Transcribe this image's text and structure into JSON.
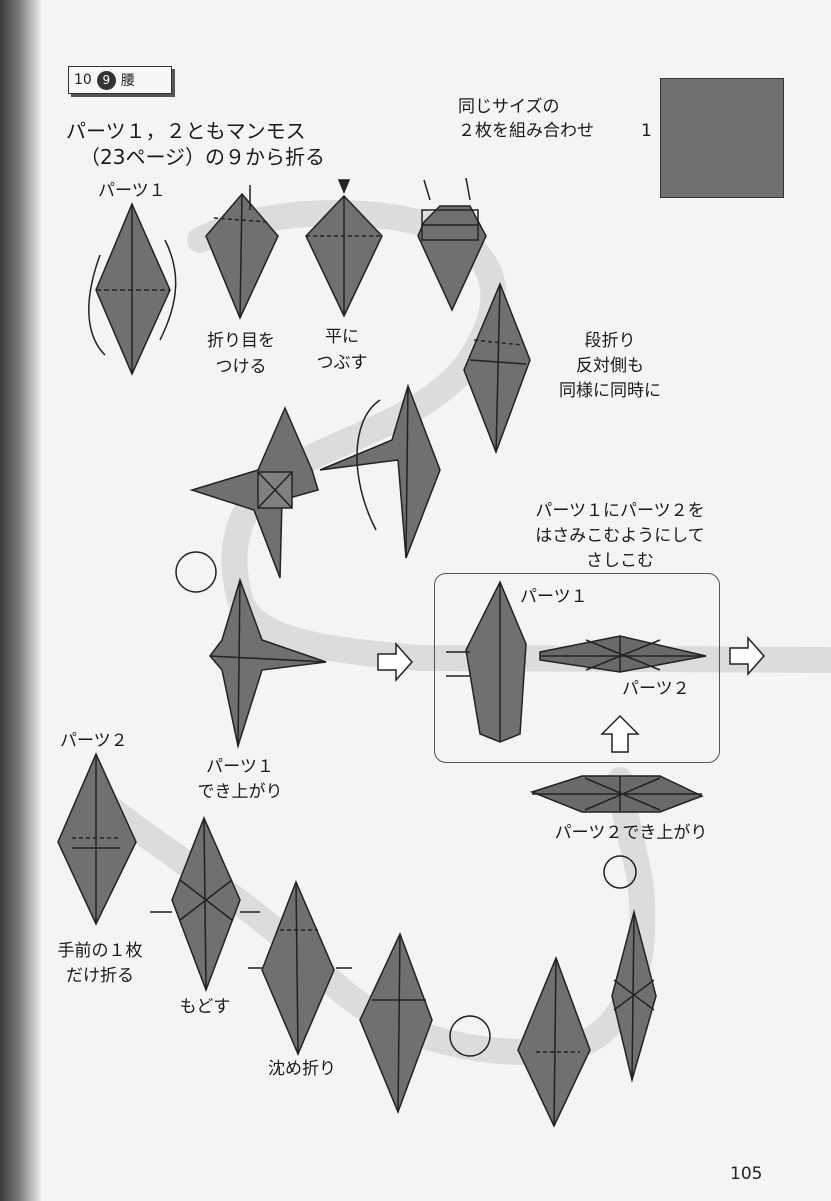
{
  "header": {
    "number": "10",
    "badge": "9",
    "title": "腰"
  },
  "intro": {
    "line1": "パーツ１，２ともマンモス",
    "line2": "（23ページ）の９から折る"
  },
  "paper_note": {
    "line1": "同じサイズの",
    "line2": "２枚を組み合わせ",
    "size": "1"
  },
  "labels": {
    "part1": "パーツ１",
    "part2": "パーツ２"
  },
  "captions": {
    "crease": [
      "折り目を",
      "つける"
    ],
    "squash": [
      "平に",
      "つぶす"
    ],
    "step_fold": [
      "段折り",
      "反対側も",
      "同様に同時に"
    ],
    "insert": [
      "パーツ１にパーツ２を",
      "はさみこむようにして",
      "さしこむ"
    ],
    "part1_done": [
      "パーツ１",
      "でき上がり"
    ],
    "part2_done": "パーツ２でき上がり",
    "front_layer": [
      "手前の１枚",
      "だけ折る"
    ],
    "unfold": "もどす",
    "sink_fold": "沈め折り"
  },
  "page_number": "105",
  "colors": {
    "paper_fill": "#707070",
    "page_background": "#f4f4f2"
  }
}
